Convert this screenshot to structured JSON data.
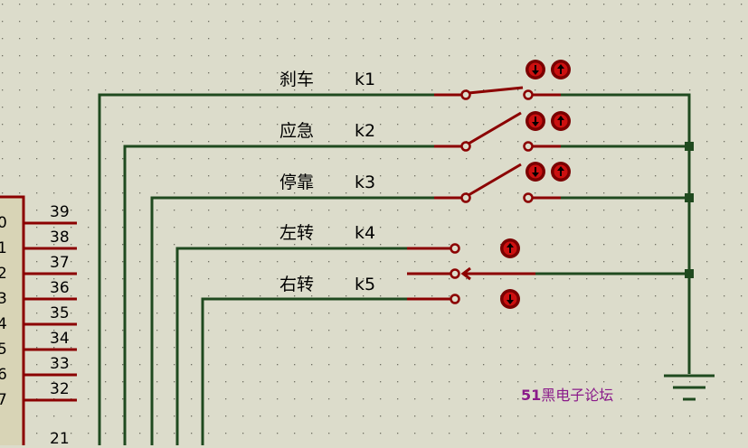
{
  "switches": [
    {
      "name": "刹车",
      "ref": "k1"
    },
    {
      "name": "应急",
      "ref": "k2"
    },
    {
      "name": "停靠",
      "ref": "k3"
    },
    {
      "name": "左转",
      "ref": "k4"
    },
    {
      "name": "右转",
      "ref": "k5"
    }
  ],
  "mcu_pins": {
    "numbers": [
      "39",
      "38",
      "37",
      "36",
      "35",
      "34",
      "33",
      "32",
      "21"
    ],
    "partial_labels": [
      "0",
      "1",
      "2",
      "3",
      "4",
      "5",
      "6",
      "7"
    ]
  },
  "watermark": {
    "prefix": "51",
    "text": "黑电子论坛"
  },
  "colors": {
    "background": "#dcdccb",
    "wire": "#1f4a1f",
    "component": "#8b0000",
    "pin_dot": "#7a0000",
    "watermark": "#8a1a8a"
  },
  "icons": [
    "arrow-down-icon",
    "arrow-up-icon",
    "ground-icon"
  ]
}
